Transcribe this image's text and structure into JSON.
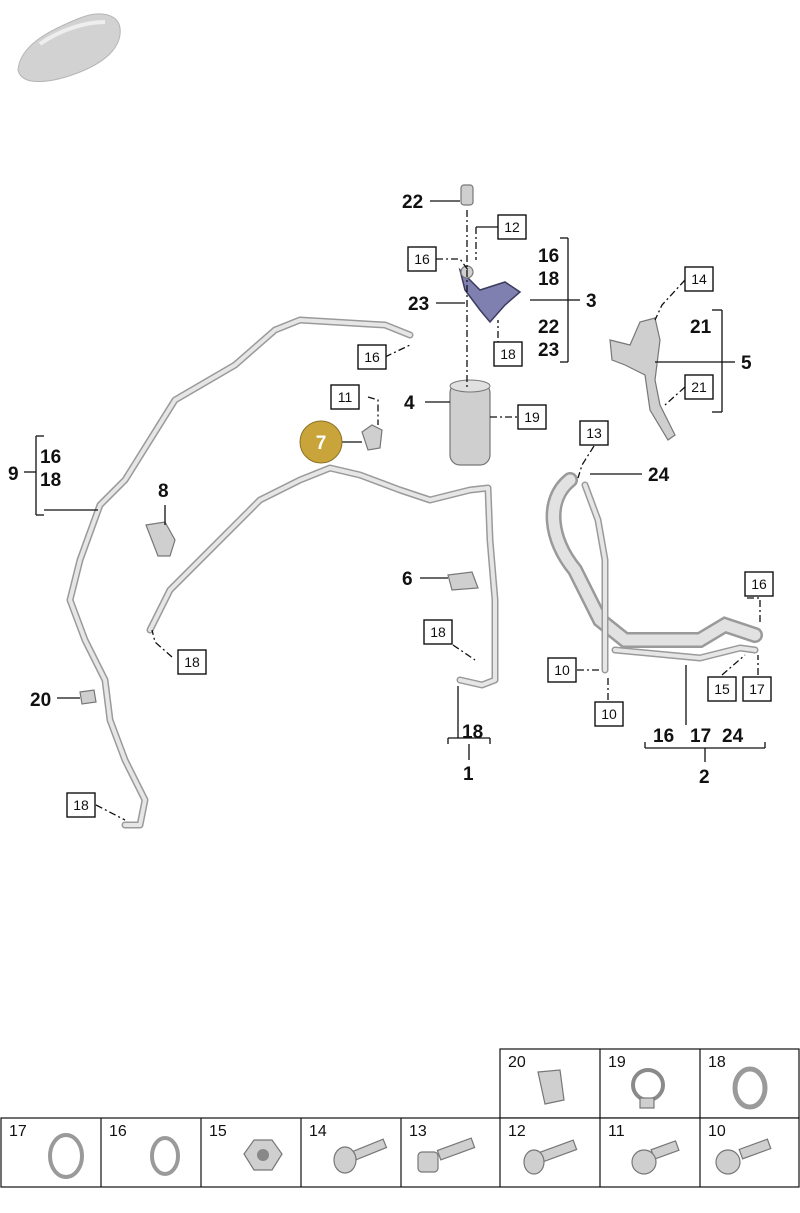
{
  "highlight_callout": "7",
  "callouts": {
    "c1": "1",
    "c2": "2",
    "c3": "3",
    "c4": "4",
    "c5": "5",
    "c6": "6",
    "c8": "8",
    "c9": "9",
    "c20": "20",
    "c22": "22",
    "c23": "23",
    "c24": "24",
    "c18_under1": "18",
    "g3_16": "16",
    "g3_18": "18",
    "g3_22": "22",
    "g3_23": "23",
    "g5_21": "21",
    "g9_16": "16",
    "g9_18": "18",
    "g2_16": "16",
    "g2_17": "17",
    "g2_24": "24"
  },
  "boxes": {
    "b12": "12",
    "b16a": "16",
    "b16b": "16",
    "b18a": "18",
    "b11": "11",
    "b19": "19",
    "b14": "14",
    "b21": "21",
    "b13": "13",
    "b16c": "16",
    "b10a": "10",
    "b10b": "10",
    "b15": "15",
    "b17": "17",
    "b18b": "18",
    "b18c": "18",
    "b18d": "18"
  },
  "parts_table": {
    "top_row": [
      "20",
      "19",
      "18"
    ],
    "bottom_row": [
      "17",
      "16",
      "15",
      "14",
      "13",
      "12",
      "11",
      "10"
    ]
  },
  "colors": {
    "highlight": "#c9a43a",
    "line": "#111111",
    "pipe": "#9a9a9a"
  }
}
